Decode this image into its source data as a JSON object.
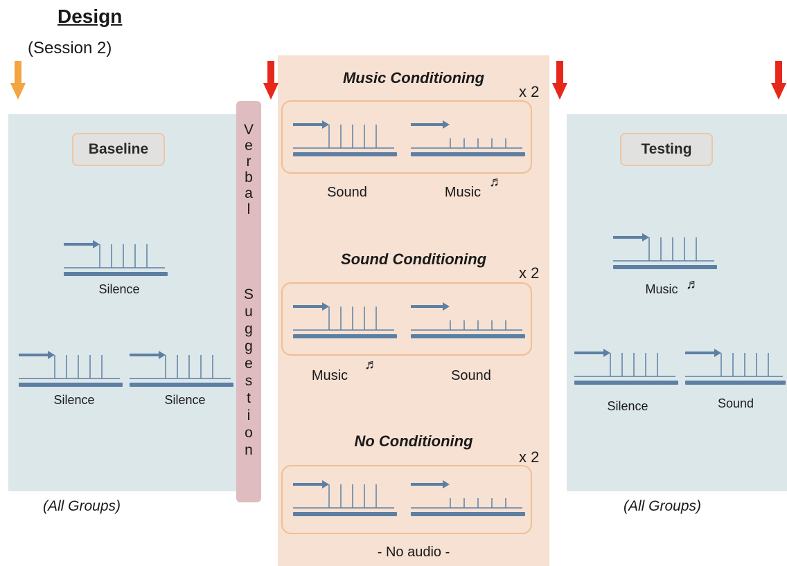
{
  "header": {
    "title": "Design",
    "subtitle": "(Session 2)"
  },
  "baseline": {
    "label": "Baseline",
    "items": [
      "Silence",
      "Silence",
      "Silence"
    ],
    "footer": "(All Groups)"
  },
  "verbal": {
    "letters": [
      "V",
      "e",
      "r",
      "b",
      "a",
      "l",
      "S",
      "u",
      "g",
      "g",
      "e",
      "s",
      "t",
      "i",
      "o",
      "n"
    ]
  },
  "conditioning": {
    "music": {
      "title": "Music Conditioning",
      "repeat": "x 2",
      "left": "Sound",
      "right": "Music"
    },
    "sound": {
      "title": "Sound Conditioning",
      "repeat": "x 2",
      "left": "Music",
      "right": "Sound"
    },
    "none": {
      "title": "No Conditioning",
      "repeat": "x 2",
      "footer": "- No audio -"
    }
  },
  "testing": {
    "label": "Testing",
    "items": [
      "Music",
      "Silence",
      "Sound"
    ],
    "footer": "(All Groups)"
  },
  "colors": {
    "arrow_orange": "#f5a442",
    "arrow_red": "#e8271b",
    "track_blue": "#5d7fa3",
    "panel_blue": "#dce7ea",
    "panel_peach": "#f6e1d3"
  },
  "icons": [
    "down-arrow-icon",
    "right-arrow-icon",
    "music-note-icon"
  ]
}
